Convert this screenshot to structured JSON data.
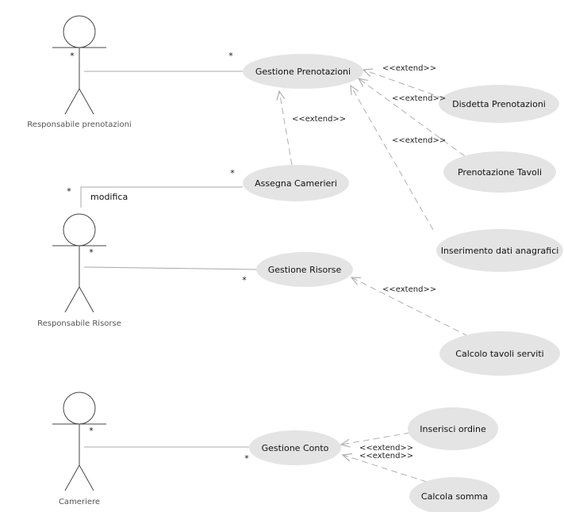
{
  "colors": {
    "background": "#ffffff",
    "usecase_fill": "#e4e4e4",
    "line": "#a8a8a8",
    "dashed": "#b0b0b0",
    "stroke": "#444444"
  },
  "actors": [
    {
      "id": "responsabile_prenotazioni",
      "label": "Responsabile prenotazioni"
    },
    {
      "id": "responsabile_risorse",
      "label": "Responsabile Risorse"
    },
    {
      "id": "cameriere",
      "label": "Cameriere"
    }
  ],
  "use_cases": [
    {
      "id": "gestione_prenotazioni",
      "label": "Gestione Prenotazioni"
    },
    {
      "id": "disdetta_prenotazioni",
      "label": "Disdetta Prenotazioni"
    },
    {
      "id": "prenotazione_tavoli",
      "label": "Prenotazione Tavoli"
    },
    {
      "id": "inserimento_dati_anagrafici",
      "label": "Inserimento dati anagrafici"
    },
    {
      "id": "assegna_camerieri",
      "label": "Assegna Camerieri"
    },
    {
      "id": "gestione_risorse",
      "label": "Gestione Risorse"
    },
    {
      "id": "calcolo_tavoli_serviti",
      "label": "Calcolo tavoli serviti"
    },
    {
      "id": "gestione_conto",
      "label": "Gestione Conto"
    },
    {
      "id": "inserisci_ordine",
      "label": "Inserisci ordine"
    },
    {
      "id": "calcola_somma",
      "label": "Calcola somma"
    }
  ],
  "associations": [
    {
      "id": "a1",
      "from": "responsabile_prenotazioni",
      "to": "gestione_prenotazioni",
      "from_mult": "*",
      "to_mult": "*"
    },
    {
      "id": "a2",
      "from": "responsabile_risorse",
      "to": "assegna_camerieri",
      "from_mult": "*",
      "to_mult": "*",
      "label": "modifica"
    },
    {
      "id": "a3",
      "from": "responsabile_risorse",
      "to": "gestione_risorse",
      "from_mult": "*",
      "to_mult": "*"
    },
    {
      "id": "a4",
      "from": "cameriere",
      "to": "gestione_conto",
      "from_mult": "*",
      "to_mult": "*"
    }
  ],
  "extends": [
    {
      "id": "e1",
      "from": "disdetta_prenotazioni",
      "to": "gestione_prenotazioni",
      "label": "<<extend>>"
    },
    {
      "id": "e2",
      "from": "prenotazione_tavoli",
      "to": "gestione_prenotazioni",
      "label": "<<extend>>"
    },
    {
      "id": "e3",
      "from": "inserimento_dati_anagrafici",
      "to": "gestione_prenotazioni",
      "label": "<<extend>>"
    },
    {
      "id": "e4",
      "from": "assegna_camerieri",
      "to": "gestione_prenotazioni",
      "label": "<<extend>>"
    },
    {
      "id": "e5",
      "from": "calcolo_tavoli_serviti",
      "to": "gestione_risorse",
      "label": "<<extend>>"
    },
    {
      "id": "e6",
      "from": "inserisci_ordine",
      "to": "gestione_conto",
      "label": "<<extend>>"
    },
    {
      "id": "e7",
      "from": "calcola_somma",
      "to": "gestione_conto",
      "label": "<<extend>>"
    }
  ],
  "extra_labels": [
    {
      "id": "x1",
      "text": "<<extend>>"
    }
  ]
}
